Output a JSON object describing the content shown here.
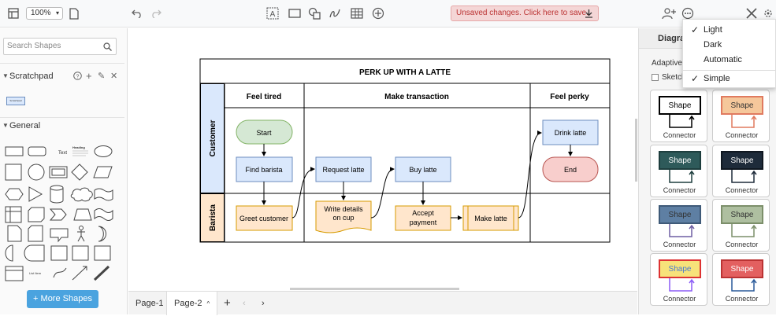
{
  "toolbar": {
    "zoom": "100%",
    "unsaved_text": "Unsaved changes. Click here to save."
  },
  "left": {
    "search_placeholder": "Search Shapes",
    "scratchpad": "Scratchpad",
    "scratchpad_item": "Scratchpad",
    "general": "General",
    "shape_text_label": "Text",
    "shape_heading_label": "Heading",
    "shape_list_label": "List Item",
    "more_shapes": "+ More Shapes"
  },
  "diagram": {
    "title": "PERK UP WITH A LATTE",
    "col1": "Feel tired",
    "col2": "Make transaction",
    "col3": "Feel perky",
    "lane1": "Customer",
    "lane2": "Barista",
    "start": "Start",
    "find_barista": "Find barista",
    "request_latte": "Request latte",
    "buy_latte": "Buy latte",
    "drink_latte": "Drink latte",
    "end": "End",
    "greet_customer": "Greet customer",
    "write_details_l1": "Write details",
    "write_details_l2": "on cup",
    "accept_payment_l1": "Accept",
    "accept_payment_l2": "payment",
    "make_latte": "Make latte"
  },
  "pages": {
    "page1": "Page-1",
    "page2": "Page-2"
  },
  "right": {
    "tab_label": "Diagra",
    "adaptive_label": "Adaptive",
    "sketch_label": "Sketch",
    "styles": [
      {
        "shape": "Shape",
        "connector": "Connector",
        "fill": "#ffffff",
        "stroke": "#000000",
        "text": "#000000",
        "line": "#000000"
      },
      {
        "shape": "Shape",
        "connector": "Connector",
        "fill": "#f5c79b",
        "stroke": "#e07a5f",
        "text": "#333333",
        "line": "#e07a5f"
      },
      {
        "shape": "Shape",
        "connector": "Connector",
        "fill": "#2e5a5a",
        "stroke": "#1e3e3e",
        "text": "#ffffff",
        "line": "#1e3e3e"
      },
      {
        "shape": "Shape",
        "connector": "Connector",
        "fill": "#1e2b3a",
        "stroke": "#0f1720",
        "text": "#ffffff",
        "line": "#1e2b3a"
      },
      {
        "shape": "Shape",
        "connector": "Connector",
        "fill": "#5e7fa3",
        "stroke": "#3f5a78",
        "text": "#333333",
        "line": "#6e5fa3"
      },
      {
        "shape": "Shape",
        "connector": "Connector",
        "fill": "#aebfa0",
        "stroke": "#7c8f6a",
        "text": "#333333",
        "line": "#7c8f6a"
      },
      {
        "shape": "Shape",
        "connector": "Connector",
        "fill": "#f7e27a",
        "stroke": "#d33",
        "text": "#4a7bd0",
        "line": "#8b5cf6"
      },
      {
        "shape": "Shape",
        "connector": "Connector",
        "fill": "#e36060",
        "stroke": "#b33",
        "text": "#ffffff",
        "line": "#2a5a9a"
      }
    ]
  },
  "menu": {
    "light": "Light",
    "dark": "Dark",
    "automatic": "Automatic",
    "simple": "Simple",
    "check": "✓"
  }
}
